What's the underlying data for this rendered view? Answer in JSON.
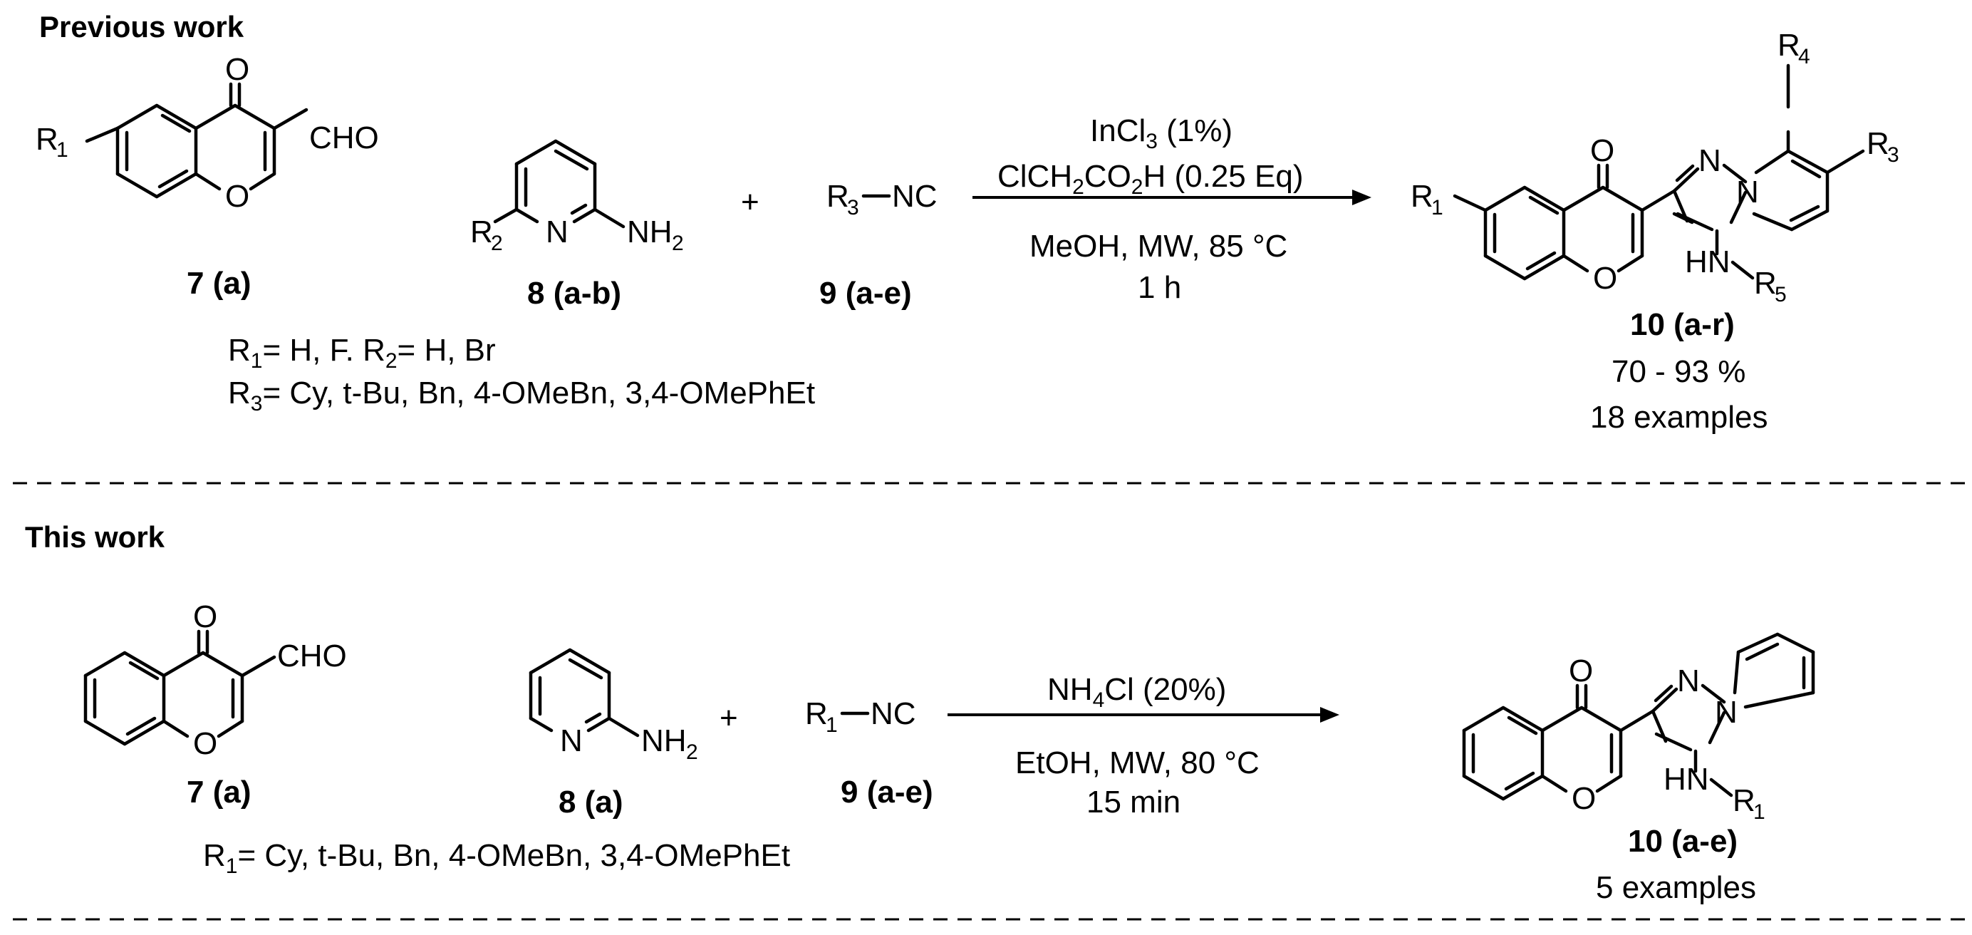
{
  "colors": {
    "ink": "#000000",
    "background": "#ffffff"
  },
  "sections": {
    "previous": {
      "heading": "Previous work",
      "compound_7": {
        "label": "7 (a)",
        "atoms": {
          "O_top": "O",
          "O_ring": "O",
          "CHO": "CHO",
          "R1": "R",
          "R1_sub": "1"
        }
      },
      "compound_8": {
        "label": "8 (a-b)",
        "atoms": {
          "N": "N",
          "NH": "NH",
          "NH_sub": "2",
          "R2": "R",
          "R2_sub": "2"
        }
      },
      "plus": "+",
      "compound_9": {
        "label": "9 (a-e)",
        "R": "R",
        "R_sub": "3",
        "NC": "NC"
      },
      "conditions": {
        "catalyst_a": "InCl",
        "catalyst_sub": "3",
        "catalyst_b": " (1%)",
        "acid_a": "ClCH",
        "acid_sub1": "2",
        "acid_b": "CO",
        "acid_sub2": "2",
        "acid_c": "H (0.25 Eq)",
        "solvent": "MeOH, MW, 85 °C",
        "time": "1 h"
      },
      "product": {
        "label": "10 (a-r)",
        "yield": "70 - 93 %",
        "examples": "18 examples",
        "atoms": {
          "O_top": "O",
          "O_ring": "O",
          "N_imid": "N",
          "N_bridge": "N",
          "R1": "R",
          "R1_sub": "1",
          "R3": "R",
          "R3_sub": "3",
          "R4": "R",
          "R4_sub": "4",
          "HN": "HN",
          "R5": "R",
          "R5_sub": "5"
        }
      },
      "substituents": {
        "line1": {
          "r1": "R",
          "r1_sub": "1",
          "r1_val": "= H, F.  ",
          "r2": "R",
          "r2_sub": "2",
          "r2_val": "= H, Br"
        },
        "line2": {
          "r3": "R",
          "r3_sub": "3",
          "r3_val": "= Cy, t-Bu, Bn, 4-OMeBn, 3,4-OMePhEt"
        }
      }
    },
    "current": {
      "heading": "This work",
      "compound_7": {
        "label": "7 (a)",
        "atoms": {
          "O_top": "O",
          "O_ring": "O",
          "CHO": "CHO"
        }
      },
      "compound_8": {
        "label": "8 (a)",
        "atoms": {
          "N": "N",
          "NH": "NH",
          "NH_sub": "2"
        }
      },
      "plus": "+",
      "compound_9": {
        "label": "9 (a-e)",
        "R": "R",
        "R_sub": "1",
        "NC": "NC"
      },
      "conditions": {
        "reagent_a": "NH",
        "reagent_sub": "4",
        "reagent_b": "Cl (20%)",
        "solvent": "EtOH, MW, 80 °C",
        "time": "15 min"
      },
      "product": {
        "label": "10 (a-e)",
        "examples": "5 examples",
        "atoms": {
          "O_top": "O",
          "O_ring": "O",
          "N_imid": "N",
          "N_bridge": "N",
          "HN": "HN",
          "R1": "R",
          "R1_sub": "1"
        }
      },
      "substituents": {
        "line1": {
          "r1": "R",
          "r1_sub": "1",
          "r1_val": "= Cy, t-Bu, Bn, 4-OMeBn, 3,4-OMePhEt"
        }
      }
    }
  }
}
